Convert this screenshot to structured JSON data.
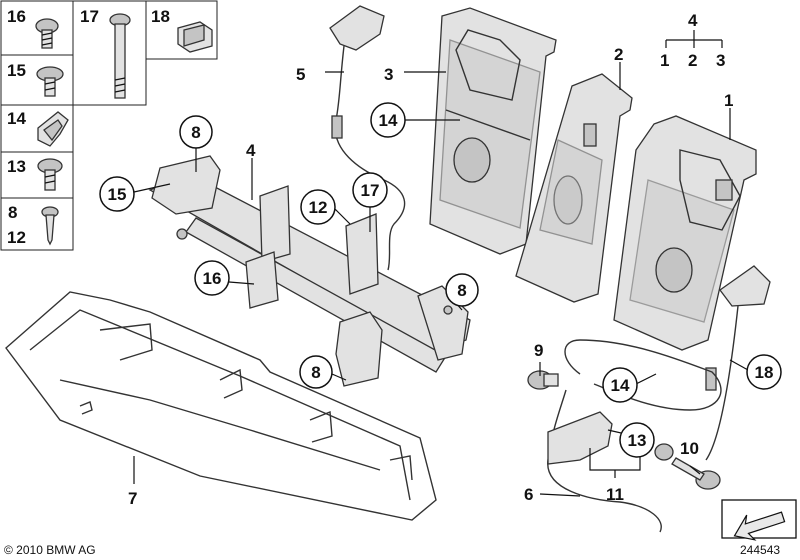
{
  "fastener_table": {
    "cells": [
      {
        "label": "16",
        "icon": "torx-bolt-icon"
      },
      {
        "label": "17",
        "icon": "long-bolt-icon"
      },
      {
        "label": "18",
        "icon": "clip-icon"
      },
      {
        "label": "15",
        "icon": "flange-screw-icon"
      },
      {
        "label": "14",
        "icon": "cable-clip-icon"
      },
      {
        "label": "13",
        "icon": "button-head-screw-icon"
      },
      {
        "label": "8",
        "label2": "12",
        "icon": "small-screw-icon"
      }
    ]
  },
  "callouts": {
    "c1": "1",
    "c2": "2",
    "c3": "3",
    "c4_frame": "4",
    "c4_assembly": "4",
    "c5": "5",
    "c6": "6",
    "c7": "7",
    "c8_top": "8",
    "c8_right": "8",
    "c8_bottom": "8",
    "c9": "9",
    "c10": "10",
    "c11": "11",
    "c12": "12",
    "c13": "13",
    "c14_back": "14",
    "c14_cable": "14",
    "c15": "15",
    "c16": "16",
    "c17": "17",
    "c18": "18"
  },
  "assembly_tree": {
    "parent": "4",
    "children": [
      "1",
      "2",
      "3"
    ]
  },
  "copyright": "© 2010 BMW AG",
  "diagram_id": "244543"
}
